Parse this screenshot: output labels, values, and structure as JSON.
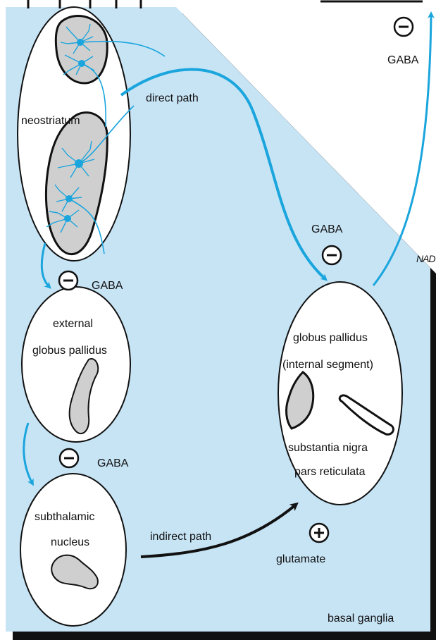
{
  "colors": {
    "region_fill": "#c7e4f5",
    "pathway_blue": "#1aa5dd",
    "structure_fill": "#cfcfcf",
    "outline": "#111111"
  },
  "labels": {
    "neostriatum": "neostriatum",
    "direct_path": "direct path",
    "gaba_top": "GABA",
    "gaba_mid": "GABA",
    "gaba_ext": "GABA",
    "gaba_stn": "GABA",
    "external_gp_line1": "external",
    "external_gp_line2": "globus pallidus",
    "gpi_line1": "globus pallidus",
    "gpi_line2": "(internal segment)",
    "snr_line1": "substantia nigra",
    "snr_line2": "pars reticulata",
    "stn_line1": "subthalamic",
    "stn_line2": "nucleus",
    "indirect_path": "indirect path",
    "glutamate": "glutamate",
    "basal_ganglia": "basal ganglia",
    "nad_fragment": "NAD"
  },
  "signs": {
    "minus": "−",
    "plus": "+"
  }
}
